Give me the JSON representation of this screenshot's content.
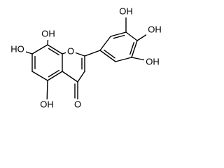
{
  "molecule": {
    "labels": {
      "oh_c8": "OH",
      "oh_c7": "HO",
      "oh_c5": "OH",
      "o_ring": "O",
      "o_carbonyl": "O",
      "oh_3p": "OH",
      "oh_4p": "OH",
      "oh_5p": "OH"
    },
    "colors": {
      "bond": "#000000",
      "text": "#000000",
      "background": "#ffffff"
    }
  }
}
